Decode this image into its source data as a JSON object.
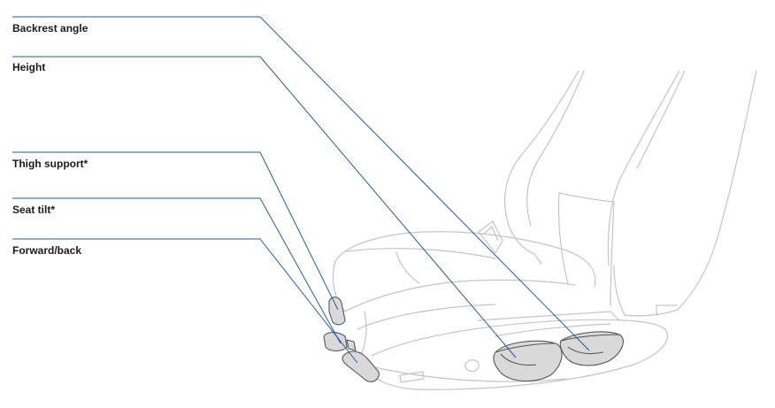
{
  "callouts": [
    {
      "label": "Backrest angle"
    },
    {
      "label": "Height"
    },
    {
      "label": "Thigh support*"
    },
    {
      "label": "Seat tilt*"
    },
    {
      "label": "Forward/back"
    }
  ],
  "colors": {
    "leader_line": "#1f5aa8",
    "seat_outline": "#c4c4c4",
    "control_outline": "#555555",
    "control_fill": "#d9d9d9"
  }
}
